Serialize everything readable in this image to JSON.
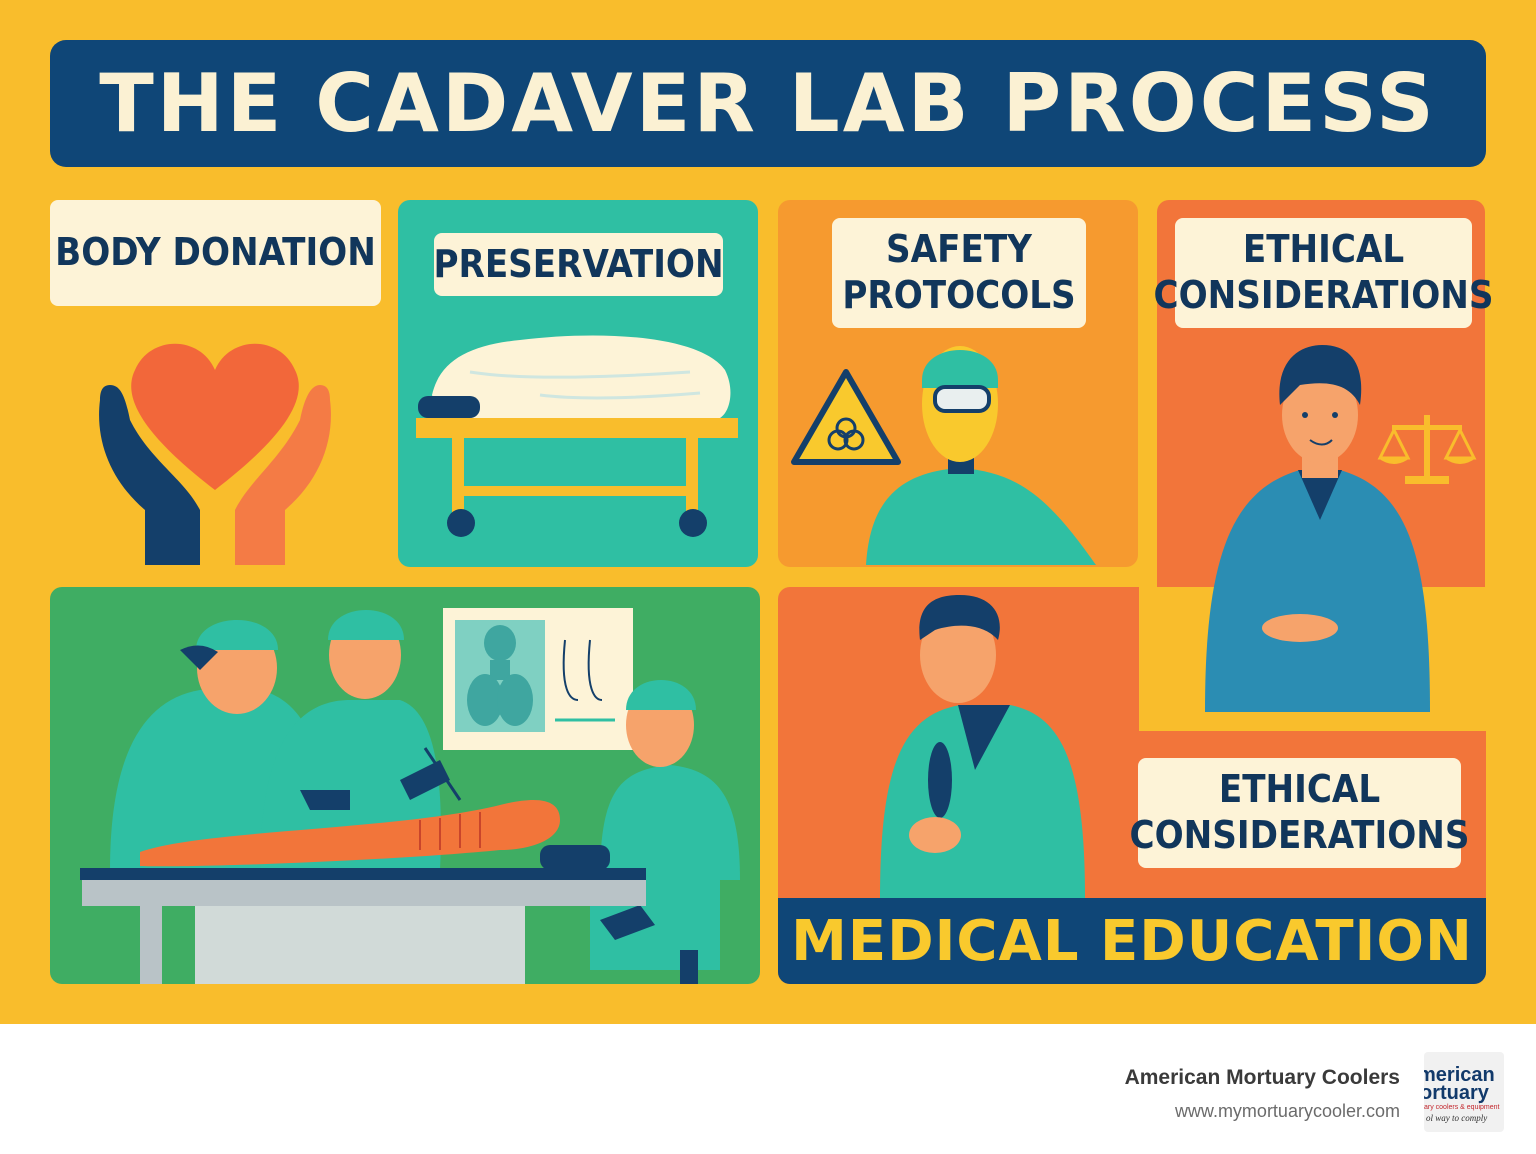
{
  "title": "THE CADAVER LAB PROCESS",
  "panels": {
    "body_donation": "BODY DONATION",
    "preservation": "PRESERVATION",
    "safety": {
      "line1": "SAFETY",
      "line2": "PROTOCOLS"
    },
    "ethical_1": {
      "line1": "ETHICAL",
      "line2": "CONSIDERATIONS"
    },
    "ethical_2": {
      "line1": "ETHICAL",
      "line2": "CONSIDERATIONS"
    },
    "medical_education": "MEDICAL EDUCATION"
  },
  "footer": {
    "brand": "American Mortuary Coolers",
    "url": "www.mymortuarycooler.com",
    "logo": {
      "line1": "merican",
      "line2": "ortuary",
      "line3": "ary coolers & equipment",
      "line4": "ol way to comply"
    }
  },
  "colors": {
    "background": "#f9bd2c",
    "navy": "#0f4677",
    "cream": "#fdf3d7",
    "teal": "#2fbfa3",
    "orange": "#f2753a",
    "green": "#3fad63",
    "education_text": "#f9c92d"
  },
  "icons": [
    "heart-hands-icon",
    "gurney-icon",
    "biohazard-icon",
    "protective-gear-person-icon",
    "scales-of-justice-icon",
    "doctor-icon",
    "dissection-scene-icon",
    "xray-chart-icon",
    "educator-icon"
  ]
}
